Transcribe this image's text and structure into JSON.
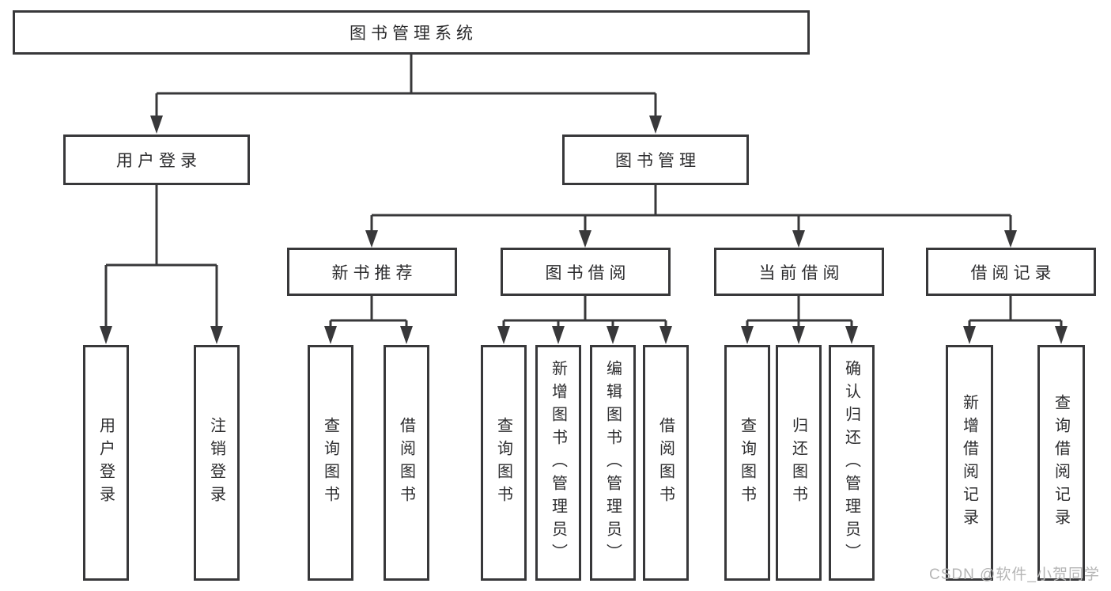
{
  "tree": {
    "root": "图书管理系统",
    "children": [
      {
        "label": "用户登录",
        "children": [
          {
            "label": "用户登录"
          },
          {
            "label": "注销登录"
          }
        ]
      },
      {
        "label": "图书管理",
        "children": [
          {
            "label": "新书推荐",
            "children": [
              {
                "label": "查询图书"
              },
              {
                "label": "借阅图书"
              }
            ]
          },
          {
            "label": "图书借阅",
            "children": [
              {
                "label": "查询图书"
              },
              {
                "label": "新增图书（管理员）"
              },
              {
                "label": "编辑图书（管理员）"
              },
              {
                "label": "借阅图书"
              }
            ]
          },
          {
            "label": "当前借阅",
            "children": [
              {
                "label": "查询图书"
              },
              {
                "label": "归还图书"
              },
              {
                "label": "确认归还（管理员）"
              }
            ]
          },
          {
            "label": "借阅记录",
            "children": [
              {
                "label": "新增借阅记录"
              },
              {
                "label": "查询借阅记录"
              }
            ]
          }
        ]
      }
    ]
  },
  "watermark": {
    "text": "CSDN @软件_小贺同学"
  },
  "colors": {
    "line": "#38383a",
    "text": "#2c2c2e",
    "watermark": "#b5b5b5",
    "background": "#ffffff"
  }
}
